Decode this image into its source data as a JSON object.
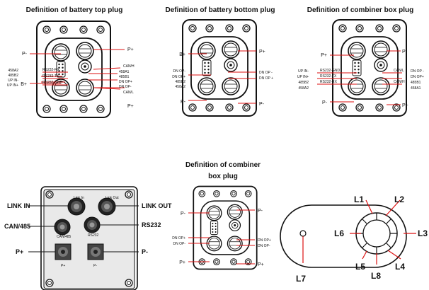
{
  "titles": {
    "battery_top": "Definition of battery top plug",
    "battery_bottom": "Definition of battery bottom plug",
    "combiner_box": "Definition of combiner box plug",
    "combiner_box2_line1": "Definition of combiner",
    "combiner_box2_line2": "box plug"
  },
  "battery_top": {
    "left": [
      "P-",
      "458A2",
      "485B2",
      "UP IN-",
      "UP IN+",
      "B+"
    ],
    "right": [
      "P+",
      "CAN/H",
      "458A1",
      "485B1",
      "DN OP+",
      "DN OP-",
      "CAN/L",
      "P+"
    ],
    "inner": [
      "RS232-RX",
      "RS232-TX",
      "RS232-GND"
    ]
  },
  "battery_bottom": {
    "left": [
      "B+",
      "DN OP-",
      "DN OP+",
      "485B2",
      "458A2",
      "P-"
    ],
    "right": [
      "P+",
      "DN OP -",
      "DN OP +",
      "P-"
    ]
  },
  "combiner_box": {
    "left": [
      "P+",
      "UP IN-",
      "UP IN+",
      "485B2",
      "458A2",
      "P-"
    ],
    "right": [
      "P-",
      "DN OP -",
      "DN OP+",
      "485B1",
      "458A1",
      "P+"
    ],
    "inner": [
      "RS232-GND",
      "RS232-TX",
      "RS232-RX"
    ],
    "inner_right": [
      "CAN/L",
      "CAN/H"
    ]
  },
  "panel": {
    "left": [
      "LINK IN",
      "CAN/485",
      "P+"
    ],
    "right": [
      "LINK OUT",
      "RS232",
      "P-"
    ],
    "silk": [
      "Link In",
      "Link Out",
      "CAN/485",
      "RS232",
      "P+",
      "P-"
    ]
  },
  "combiner_box2": {
    "left": [
      "P-",
      "DN OP+",
      "DN OP-",
      "P+"
    ],
    "right": [
      "P-",
      "DN OP+",
      "DN OP-",
      "P+"
    ]
  },
  "leds": [
    "L1",
    "L2",
    "L3",
    "L4",
    "L5",
    "L6",
    "L7",
    "L8"
  ]
}
